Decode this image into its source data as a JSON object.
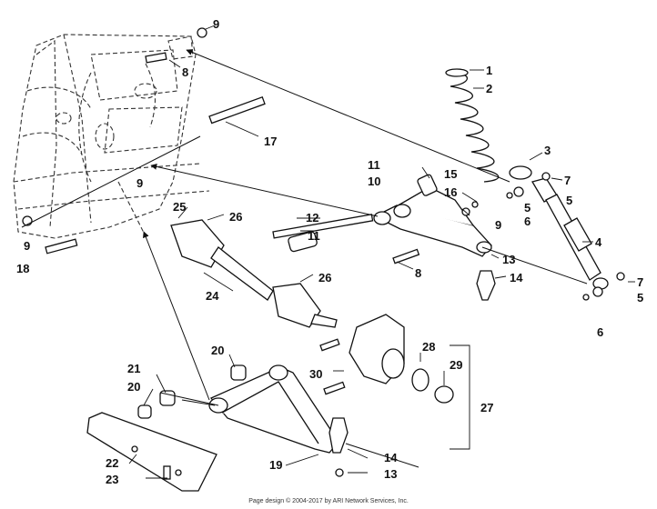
{
  "diagram": {
    "callouts": [
      "1",
      "2",
      "3",
      "4",
      "5",
      "5",
      "5",
      "6",
      "6",
      "7",
      "7",
      "8",
      "8",
      "9",
      "9",
      "9",
      "9",
      "10",
      "11",
      "11",
      "12",
      "13",
      "13",
      "14",
      "14",
      "15",
      "16",
      "17",
      "18",
      "19",
      "20",
      "20",
      "21",
      "22",
      "23",
      "24",
      "25",
      "26",
      "26",
      "27",
      "28",
      "29",
      "30"
    ]
  },
  "footer": {
    "text": "Page design © 2004-2017 by ARI Network Services, Inc."
  }
}
